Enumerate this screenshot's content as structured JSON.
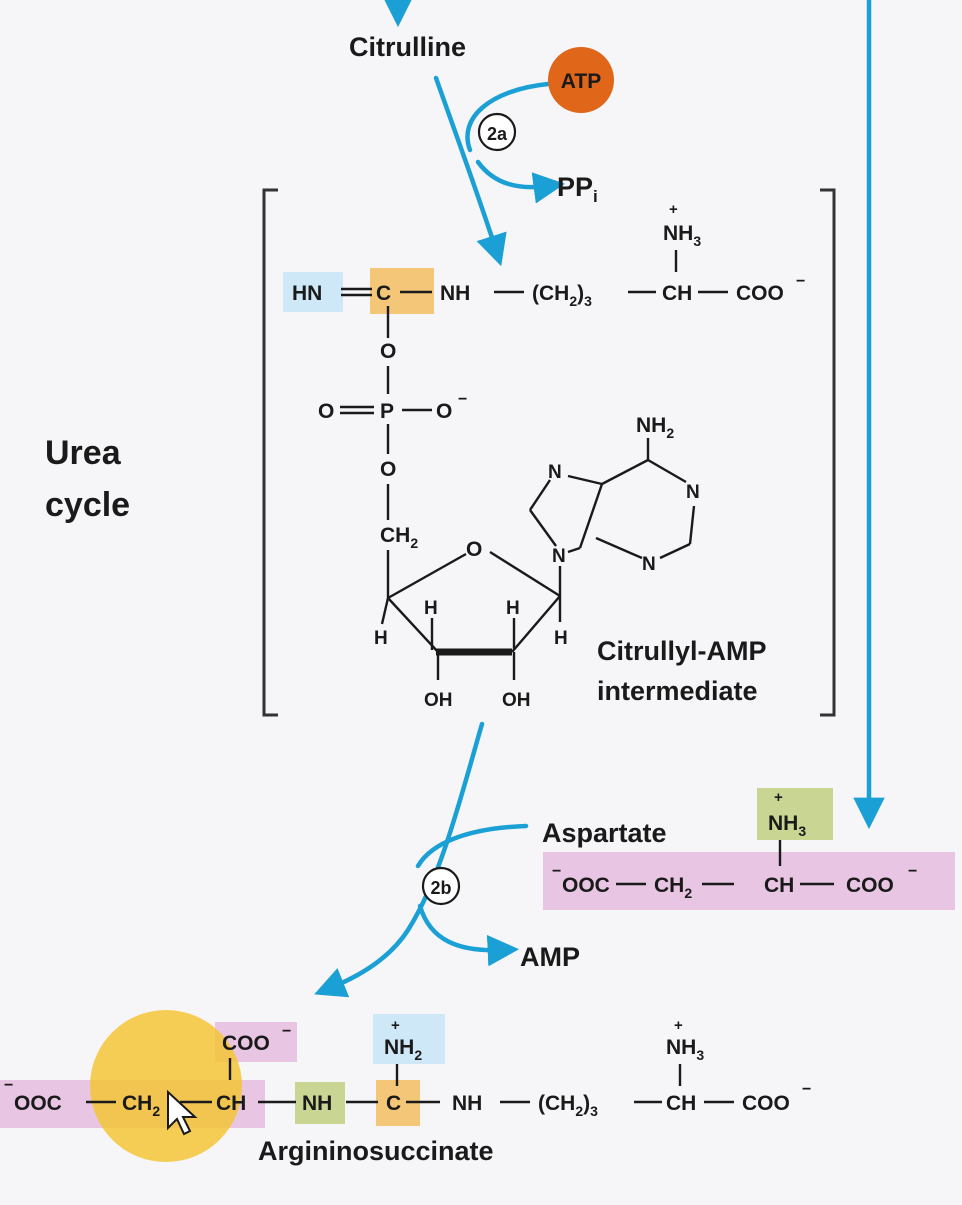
{
  "labels": {
    "citrulline": "Citrulline",
    "atp": "ATP",
    "step_2a": "2a",
    "ppi": "PP",
    "ppi_sub": "i",
    "urea_line1": "Urea",
    "urea_line2": "cycle",
    "intermediate_line1": "Citrullyl-AMP",
    "intermediate_line2": "intermediate",
    "aspartate": "Aspartate",
    "step_2b": "2b",
    "amp": "AMP",
    "argininosuccinate": "Argininosuccinate"
  },
  "intermediate": {
    "hn": "HN",
    "c": "C",
    "nh": "NH",
    "ch2_3": "(CH",
    "ch2_3_tail": ")",
    "sub_2": "2",
    "sub_3": "3",
    "ch": "CH",
    "coo": "COO",
    "nh3": "NH",
    "o_top": "O",
    "o_double": "O",
    "p": "P",
    "o_minus": "O",
    "o_bottom": "O",
    "ch2": "CH",
    "ring_o": "O",
    "h1": "H",
    "h2": "H",
    "h3": "H",
    "h4": "H",
    "oh1": "OH",
    "oh2": "OH",
    "nh2": "NH",
    "n1": "N",
    "n2": "N",
    "n3": "N",
    "n4": "N"
  },
  "aspartate_struct": {
    "nh3": "NH",
    "ooc": "OOC",
    "ch2": "CH",
    "ch": "CH",
    "coo": "COO"
  },
  "product": {
    "ooc": "OOC",
    "ch2": "CH",
    "ch": "CH",
    "coo_top": "COO",
    "nh": "NH",
    "c": "C",
    "nh2": "NH",
    "nh_2": "NH",
    "ch2_3": "(CH",
    "ch2_3_tail": ")",
    "ch_end": "CH",
    "coo_end": "COO",
    "nh3": "NH"
  },
  "colors": {
    "arrow": "#1ba0d6",
    "atp": "#e0661a",
    "highlight_blue": "#cfe8f7",
    "highlight_orange": "#f3c777",
    "highlight_green": "#c9d593",
    "highlight_pink": "#e8c6e3",
    "cursor_yellow": "#f4c531"
  }
}
